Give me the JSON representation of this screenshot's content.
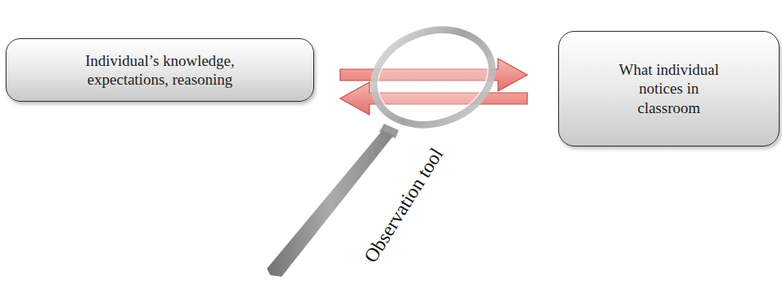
{
  "diagram": {
    "nodes": [
      {
        "text": [
          "Individual’s knowledge, expectations, reasoning"
        ]
      },
      {
        "text": [
          "What individual notices in classroom"
        ]
      }
    ],
    "edges": [
      {
        "from": 0,
        "to": 1,
        "arrow": "to"
      },
      {
        "from": 1,
        "to": 0,
        "arrow": "to"
      }
    ],
    "labels": [
      "Observation tool"
    ]
  }
}
